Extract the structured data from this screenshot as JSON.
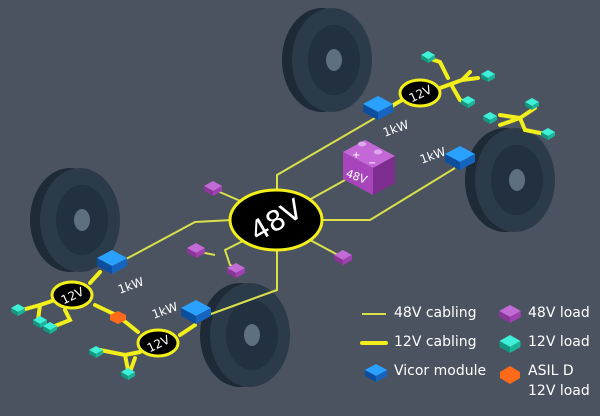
{
  "diagram": {
    "hub_label": "48V",
    "battery": {
      "label": "48V",
      "plus": "+",
      "minus": "−"
    },
    "converter_labels": [
      "12V",
      "12V",
      "12V"
    ],
    "power_labels": [
      "1kW",
      "1kW",
      "1kW",
      "1kW"
    ]
  },
  "legend": {
    "cabling_48v": "48V cabling",
    "cabling_12v": "12V cabling",
    "vicor_module": "Vicor module",
    "load_48v": "48V load",
    "load_12v": "12V load",
    "asil_load_line1": "ASIL D",
    "asil_load_line2": "12V load"
  },
  "colors": {
    "background": "#4b5361",
    "cable_48v": "#d9e04a",
    "cable_12v": "#f2ef1a",
    "vicor": "#1e88e5",
    "load_48v": "#b04fc4",
    "load_12v": "#2fd6c0",
    "asil": "#ff6a1a",
    "tire": "#243240"
  }
}
